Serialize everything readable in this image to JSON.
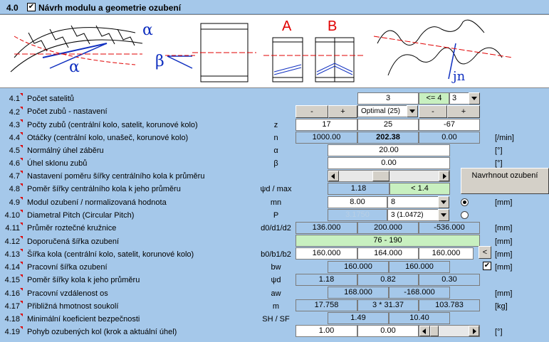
{
  "header": {
    "number": "4.0",
    "checkbox": "✔",
    "title": "Návrh modulu a geometrie ozubení"
  },
  "diagram": {
    "alpha": "α",
    "beta": "β",
    "label_a": "A",
    "label_b": "B",
    "jn": "jn"
  },
  "rows": [
    {
      "num": "4.1",
      "label": "Počet satelitů",
      "sym": ""
    },
    {
      "num": "4.2",
      "label": "Počet zubů - nastavení",
      "sym": ""
    },
    {
      "num": "4.3",
      "label": "Počty zubů (centrální kolo, satelit, korunové kolo)",
      "sym": "z"
    },
    {
      "num": "4.4",
      "label": "Otáčky (centrální kolo, unašeč, korunové kolo)",
      "sym": "n"
    },
    {
      "num": "4.5",
      "label": "Normálný úhel záběru",
      "sym": "α"
    },
    {
      "num": "4.6",
      "label": "Úhel sklonu zubů",
      "sym": "β"
    },
    {
      "num": "4.7",
      "label": "Nastavení poměru šířky centrálního kola k průměru",
      "sym": ""
    },
    {
      "num": "4.8",
      "label": "Poměr šířky centrálního kola k jeho průměru",
      "sym": "ψd / max"
    },
    {
      "num": "4.9",
      "label": "Modul ozubení / normalizovaná hodnota",
      "sym": "mn"
    },
    {
      "num": "4.10",
      "label": "Diametral Pitch (Circular Pitch)",
      "sym": "P"
    },
    {
      "num": "4.11",
      "label": "Průměr roztečné kružnice",
      "sym": "d0/d1/d2"
    },
    {
      "num": "4.12",
      "label": "Doporučená šířka ozubení",
      "sym": ""
    },
    {
      "num": "4.13",
      "label": "Šířka kola  (centrální kolo, satelit, korunové kolo)",
      "sym": "b0/b1/b2"
    },
    {
      "num": "4.14",
      "label": "Pracovní šířka ozubení",
      "sym": "bw"
    },
    {
      "num": "4.15",
      "label": "Poměr šířky kola k jeho průměru",
      "sym": "ψd"
    },
    {
      "num": "4.16",
      "label": "Pracovní vzdálenost os",
      "sym": "aw"
    },
    {
      "num": "4.17",
      "label": "Přibližná hmotnost soukolí",
      "sym": "m"
    },
    {
      "num": "4.18",
      "label": "Minimální koeficient bezpečnosti",
      "sym": "SH / SF"
    },
    {
      "num": "4.19",
      "label": "Pohyb ozubených kol (krok a aktuální úhel)",
      "sym": ""
    }
  ],
  "values": {
    "satellites": "3",
    "satellites_limit": "<= 4",
    "satellites_select": "3",
    "minus": "-",
    "plus": "+",
    "teeth_mode": "Optimal (25)",
    "z0": "17",
    "z1": "25",
    "z2": "-67",
    "n0": "1000.00",
    "n1": "202.38",
    "n2": "0.00",
    "alpha": "20.00",
    "beta": "0.00",
    "design_button": "Navrhnout ozubení",
    "psi_ratio": "1.18",
    "psi_max": "< 1.4",
    "mn": "8.00",
    "mn_select": "8",
    "pitch": "3.1750",
    "pitch_select": "3   (1.0472)",
    "d0": "136.000",
    "d1": "200.000",
    "d2": "-536.000",
    "recommended_width": "76 - 190",
    "b0": "160.000",
    "b1": "164.000",
    "b2": "160.000",
    "back_button": "<",
    "bw0": "160.000",
    "bw1": "160.000",
    "bw_check": "✔",
    "psid0": "1.18",
    "psid1": "0.82",
    "psid2": "0.30",
    "aw0": "168.000",
    "aw1": "-168.000",
    "m0": "17.758",
    "m1": "3 * 31.37",
    "m2": "103.783",
    "sh": "1.49",
    "sf": "10.40",
    "step": "1.00",
    "angle": "0.00"
  },
  "units": {
    "rpm": "[/min]",
    "deg": "[°]",
    "mm": "[mm]",
    "kg": "[kg]"
  }
}
